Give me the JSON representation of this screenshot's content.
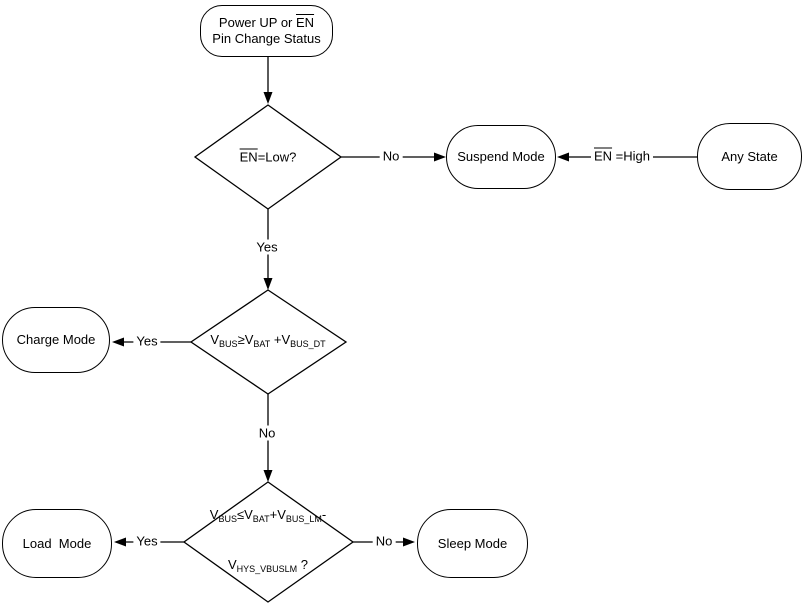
{
  "diagram": {
    "background_color": "#ffffff",
    "line_color": "#000000",
    "text_color": "#000000",
    "nodes": {
      "start": {
        "line1_prefix": "Power UP or ",
        "line1_en": "EN",
        "line2": "Pin Change Status"
      },
      "decision_en_low": {
        "en": "EN",
        "rest": "=Low?"
      },
      "suspend_mode": {
        "label": "Suspend Mode"
      },
      "any_state": {
        "label": "Any State"
      },
      "decision_charge": {
        "parts": [
          "V",
          "BUS",
          "≥",
          "V",
          "BAT",
          " +",
          "V",
          "BUS_DT"
        ]
      },
      "charge_mode": {
        "label": "Charge Mode"
      },
      "decision_load": {
        "line1": [
          "V",
          "BUS",
          "≤",
          "V",
          "BAT",
          "+",
          "V",
          "BUS_LM",
          "-"
        ],
        "line2": [
          "V",
          "HYS_VBUSLM",
          " ?"
        ]
      },
      "load_mode": {
        "label": "Load  Mode"
      },
      "sleep_mode": {
        "label": "Sleep Mode"
      }
    },
    "edge_labels": {
      "no_to_suspend": "No",
      "en_high_en": "EN",
      "en_high_rest": " =High",
      "yes_to_charge_check": "Yes",
      "yes_to_charge": "Yes",
      "no_to_load_check": "No",
      "yes_to_load": "Yes",
      "no_to_sleep": "No"
    }
  }
}
